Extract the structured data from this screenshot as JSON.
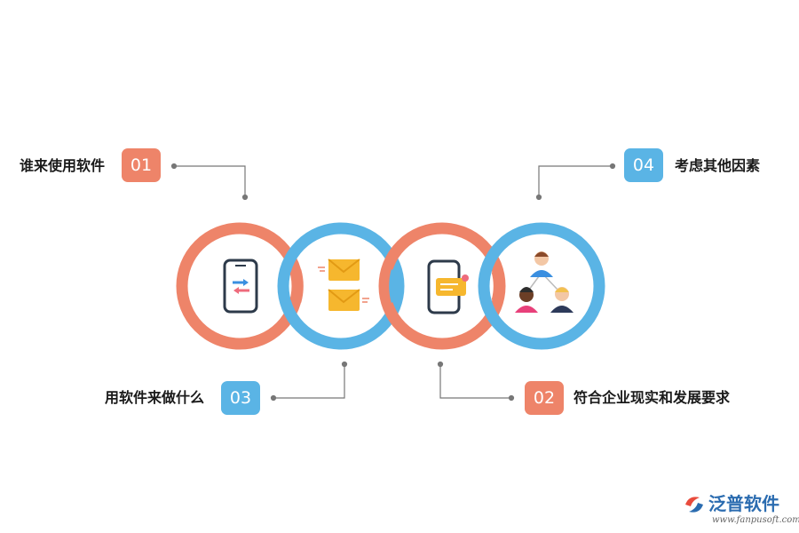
{
  "items": [
    {
      "num": "01",
      "label": "谁来使用软件",
      "color": "#ee8469"
    },
    {
      "num": "02",
      "label": "符合企业现实和发展要求",
      "color": "#ee8469"
    },
    {
      "num": "03",
      "label": "用软件来做什么",
      "color": "#5ab4e5"
    },
    {
      "num": "04",
      "label": "考虑其他因素",
      "color": "#5ab4e5"
    }
  ],
  "colors": {
    "salmon": "#ee8469",
    "blue": "#5ab4e5",
    "connector": "#777777"
  },
  "icons": [
    "phone-transfer-icon",
    "envelopes-icon",
    "phone-message-icon",
    "people-network-icon"
  ],
  "logo": {
    "name": "泛普软件",
    "url": "www.fanpusoft.com"
  }
}
